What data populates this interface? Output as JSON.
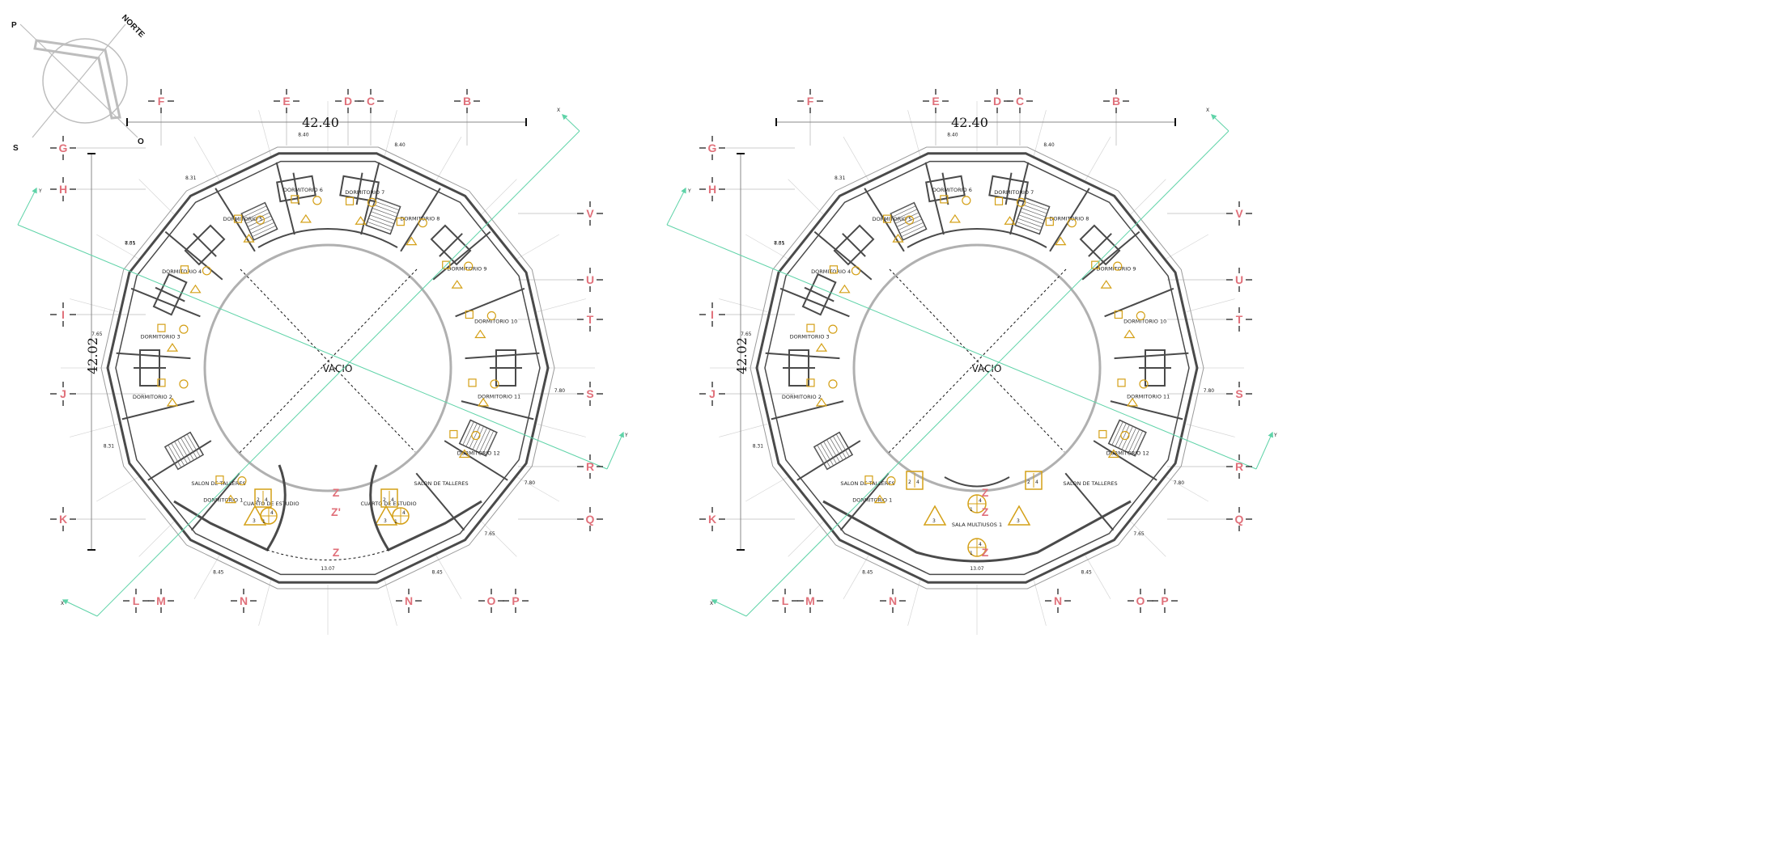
{
  "compass": {
    "north": "NORTE",
    "p": "P",
    "s": "S",
    "o": "O"
  },
  "plans": [
    {
      "id": "left",
      "dim_horizontal": "42.40",
      "dim_vertical": "42.02",
      "center_label": "VACIO",
      "top_axes": [
        "F",
        "E",
        "D",
        "C",
        "B"
      ],
      "left_axes": [
        "G",
        "H",
        "I",
        "J",
        "K"
      ],
      "right_axes": [
        "V",
        "U",
        "T",
        "S",
        "R",
        "Q"
      ],
      "bottom_axes": [
        "L",
        "M",
        "N",
        "N",
        "O",
        "P"
      ],
      "center_axes": [
        "Z",
        "Z'",
        "Z"
      ],
      "section_markers": [
        "Y",
        "Y",
        "X",
        "X"
      ],
      "segment_dims": [
        "8.40",
        "8.31",
        "7.65",
        "8.40",
        "7.80",
        "8.31",
        "7.65",
        "7.80",
        "8.31",
        "7.65",
        "8.45",
        "8.45",
        "13.07"
      ],
      "rooms": [
        "DORMITORIO 1",
        "DORMITORIO 2",
        "DORMITORIO 3",
        "DORMITORIO 4",
        "DORMITORIO 5",
        "DORMITORIO 6",
        "DORMITORIO 7",
        "DORMITORIO 8",
        "DORMITORIO 9",
        "DORMITORIO 10",
        "DORMITORIO 11",
        "DORMITORIO 12",
        "CUARTO DE ESTUDIO",
        "CUARTO DE ESTUDIO",
        "SALON DE TALLERES",
        "SALON DE TALLERES"
      ],
      "symbols": {
        "stair_a": "2",
        "stair_b": "4",
        "tri_a": "3",
        "tri_b": "1"
      }
    },
    {
      "id": "right",
      "dim_horizontal": "42.40",
      "dim_vertical": "42.02",
      "center_label": "VACIO",
      "top_axes": [
        "F",
        "E",
        "D",
        "C",
        "B"
      ],
      "left_axes": [
        "G",
        "H",
        "I",
        "J",
        "K"
      ],
      "right_axes": [
        "V",
        "U",
        "T",
        "S",
        "R",
        "Q"
      ],
      "bottom_axes": [
        "L",
        "M",
        "N",
        "N",
        "O",
        "P"
      ],
      "center_axes": [
        "Z",
        "Z",
        "Z"
      ],
      "section_markers": [
        "Y",
        "Y",
        "X",
        "X"
      ],
      "segment_dims": [
        "8.40",
        "8.31",
        "7.65",
        "8.40",
        "7.80",
        "8.31",
        "7.65",
        "7.80",
        "8.31",
        "7.65",
        "8.45",
        "8.45",
        "13.07"
      ],
      "rooms": [
        "DORMITORIO 1",
        "DORMITORIO 2",
        "DORMITORIO 3",
        "DORMITORIO 4",
        "DORMITORIO 5",
        "DORMITORIO 6",
        "DORMITORIO 7",
        "DORMITORIO 8",
        "DORMITORIO 9",
        "DORMITORIO 10",
        "DORMITORIO 11",
        "DORMITORIO 12",
        "SALA MULTIUSOS 1",
        "SALON DE TALLERES",
        "SALON DE TALLERES"
      ],
      "symbols": {
        "stair_a": "2",
        "stair_b": "4",
        "tri_a": "3",
        "tri_b": "1"
      }
    }
  ],
  "colors": {
    "axis_marker": "#e0707a",
    "section_line": "#5fd3a8",
    "symbol": "#d4a017",
    "wall": "#4a4a4a",
    "light_line": "#bdbdbd"
  }
}
